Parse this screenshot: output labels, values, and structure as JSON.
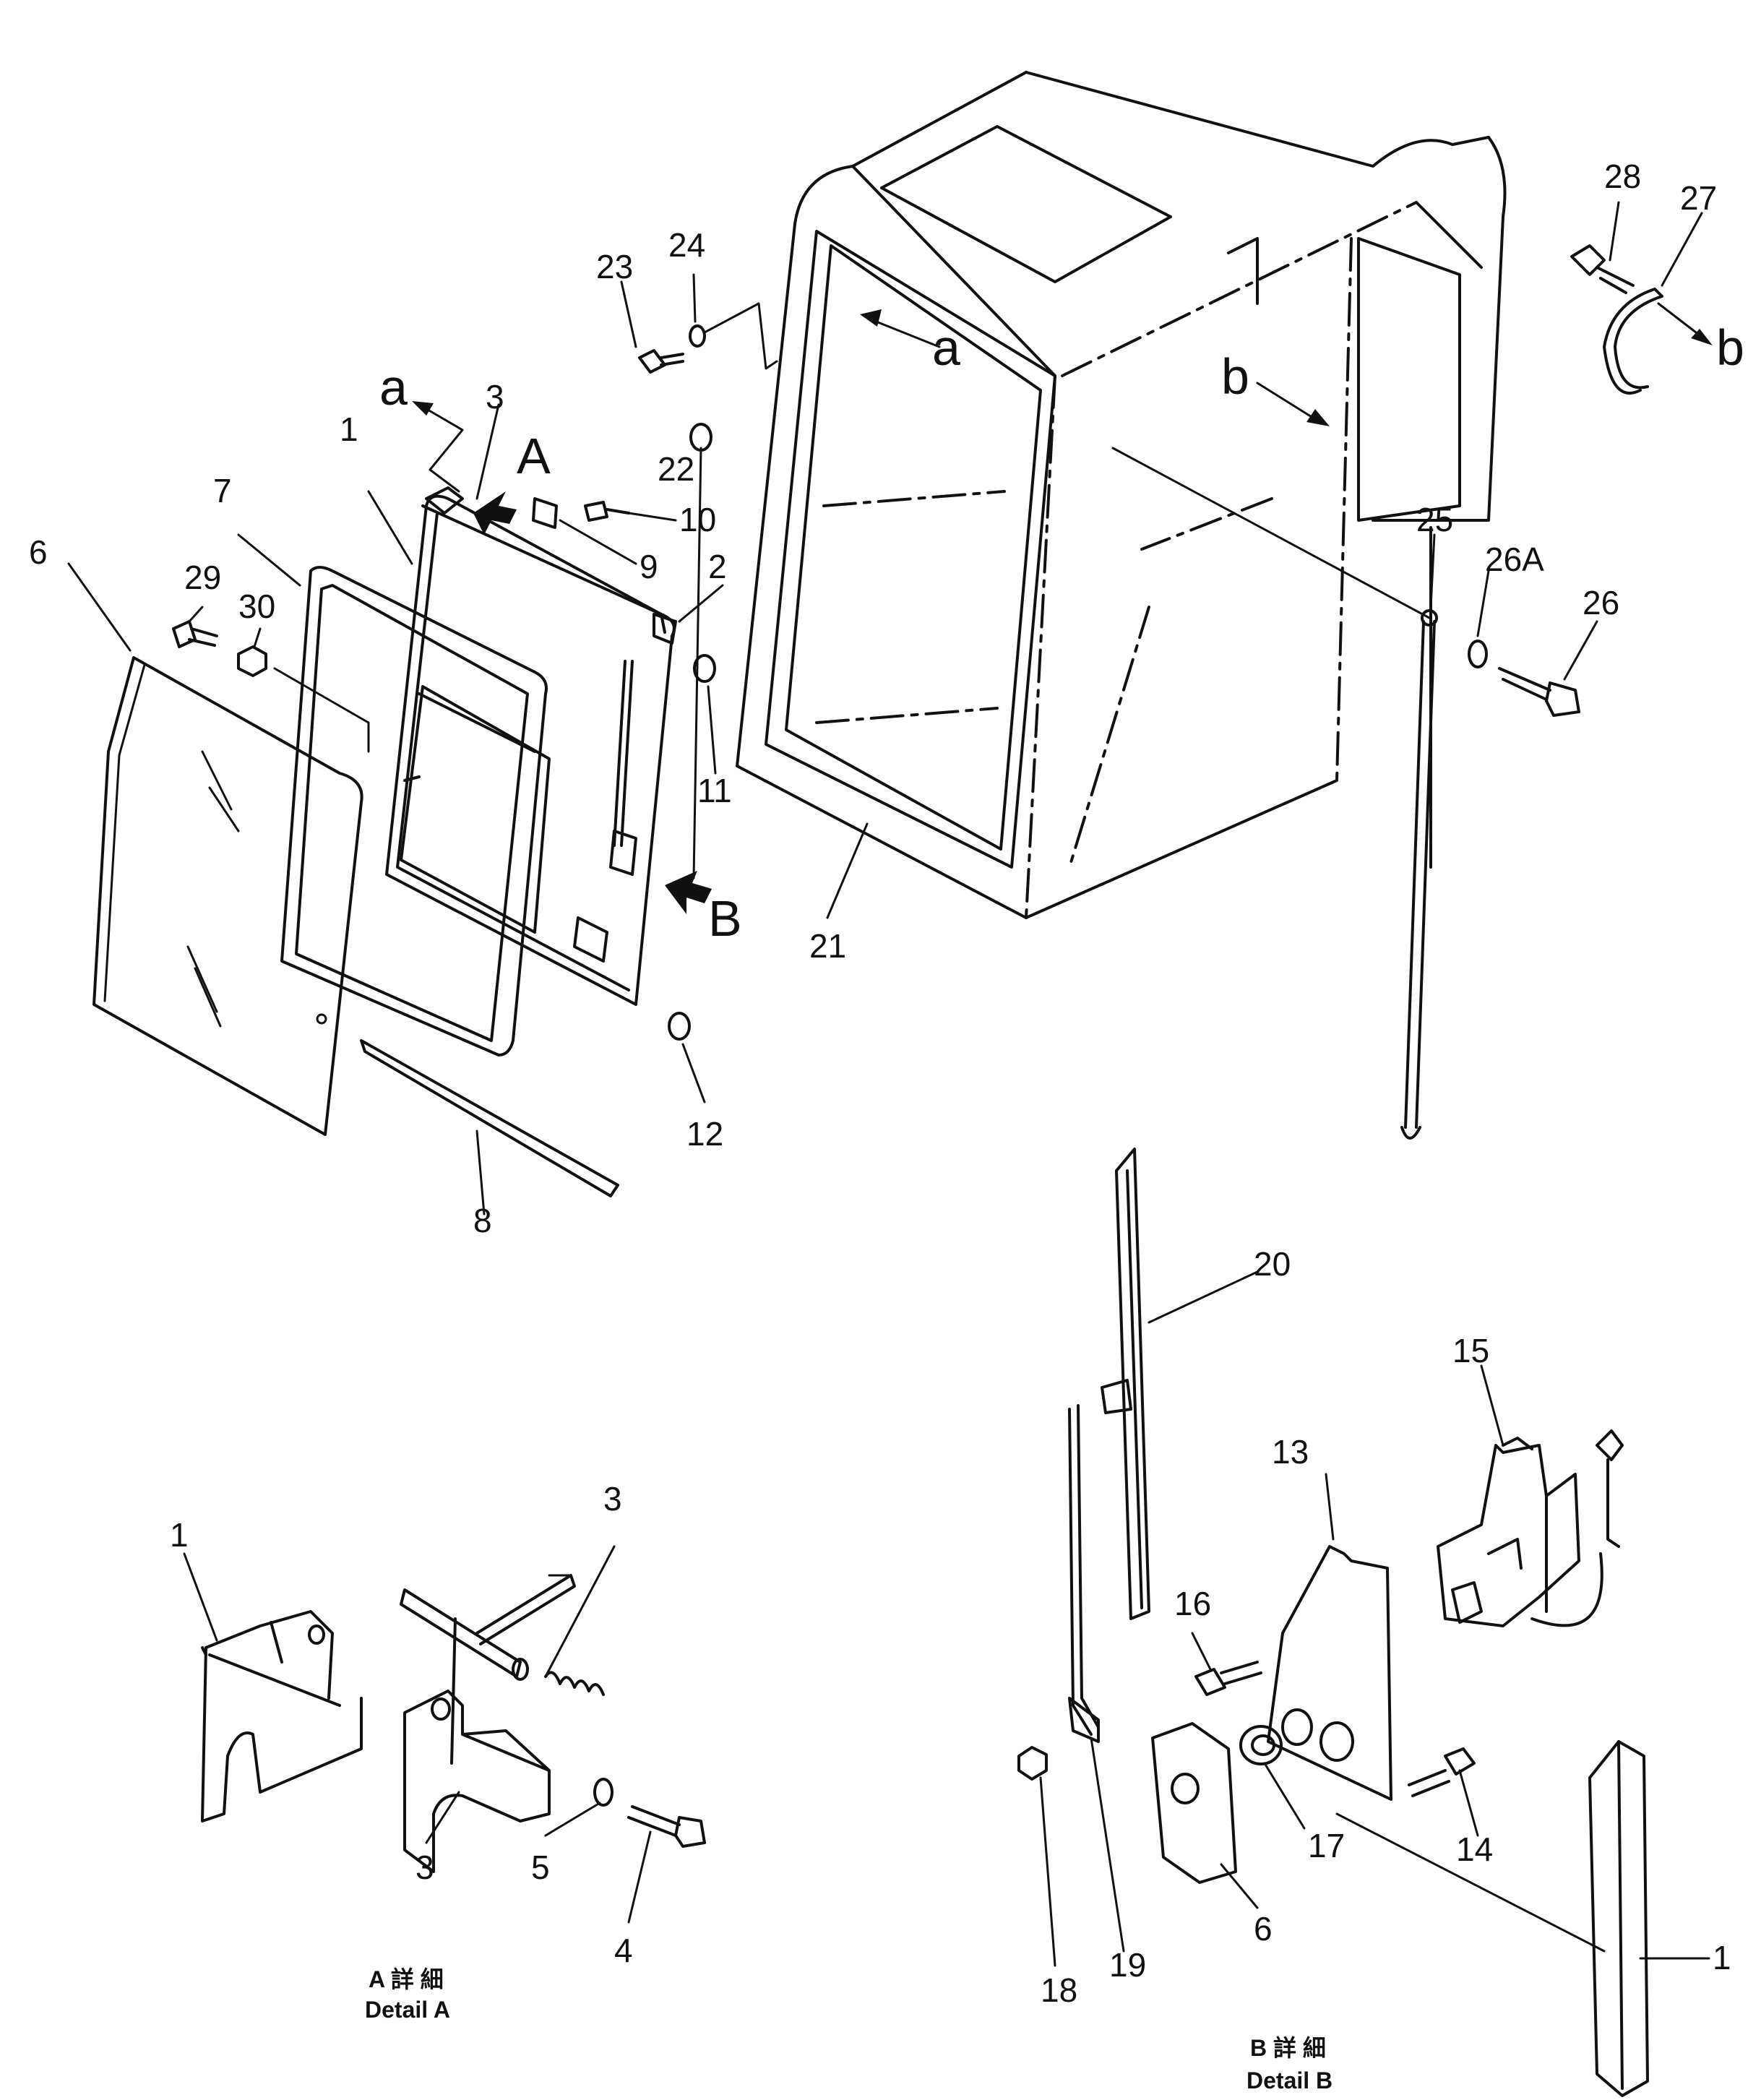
{
  "callouts": {
    "n1": "1",
    "n2": "2",
    "n3": "3",
    "n6": "6",
    "n7": "7",
    "n8": "8",
    "n9": "9",
    "n10": "10",
    "n11": "11",
    "n12": "12",
    "n13": "13",
    "n14": "14",
    "n15": "15",
    "n16": "16",
    "n17": "17",
    "n18": "18",
    "n19": "19",
    "n20": "20",
    "n21": "21",
    "n22": "22",
    "n23": "23",
    "n24": "24",
    "n25": "25",
    "n26": "26",
    "n26a": "26A",
    "n27": "27",
    "n28": "28",
    "n29": "29",
    "n30": "30",
    "detA_1": "1",
    "detA_3a": "3",
    "detA_3b": "3",
    "detA_4": "4",
    "detA_5": "5",
    "detB_6": "6",
    "detB_1": "1"
  },
  "view_markers": {
    "a": "a",
    "b": "b",
    "A": "A",
    "B": "B"
  },
  "captions": {
    "detail_a_jp": "A 詳 細",
    "detail_a_en": "Detail A",
    "detail_b_jp": "B 詳 細",
    "detail_b_en": "Detail B"
  }
}
